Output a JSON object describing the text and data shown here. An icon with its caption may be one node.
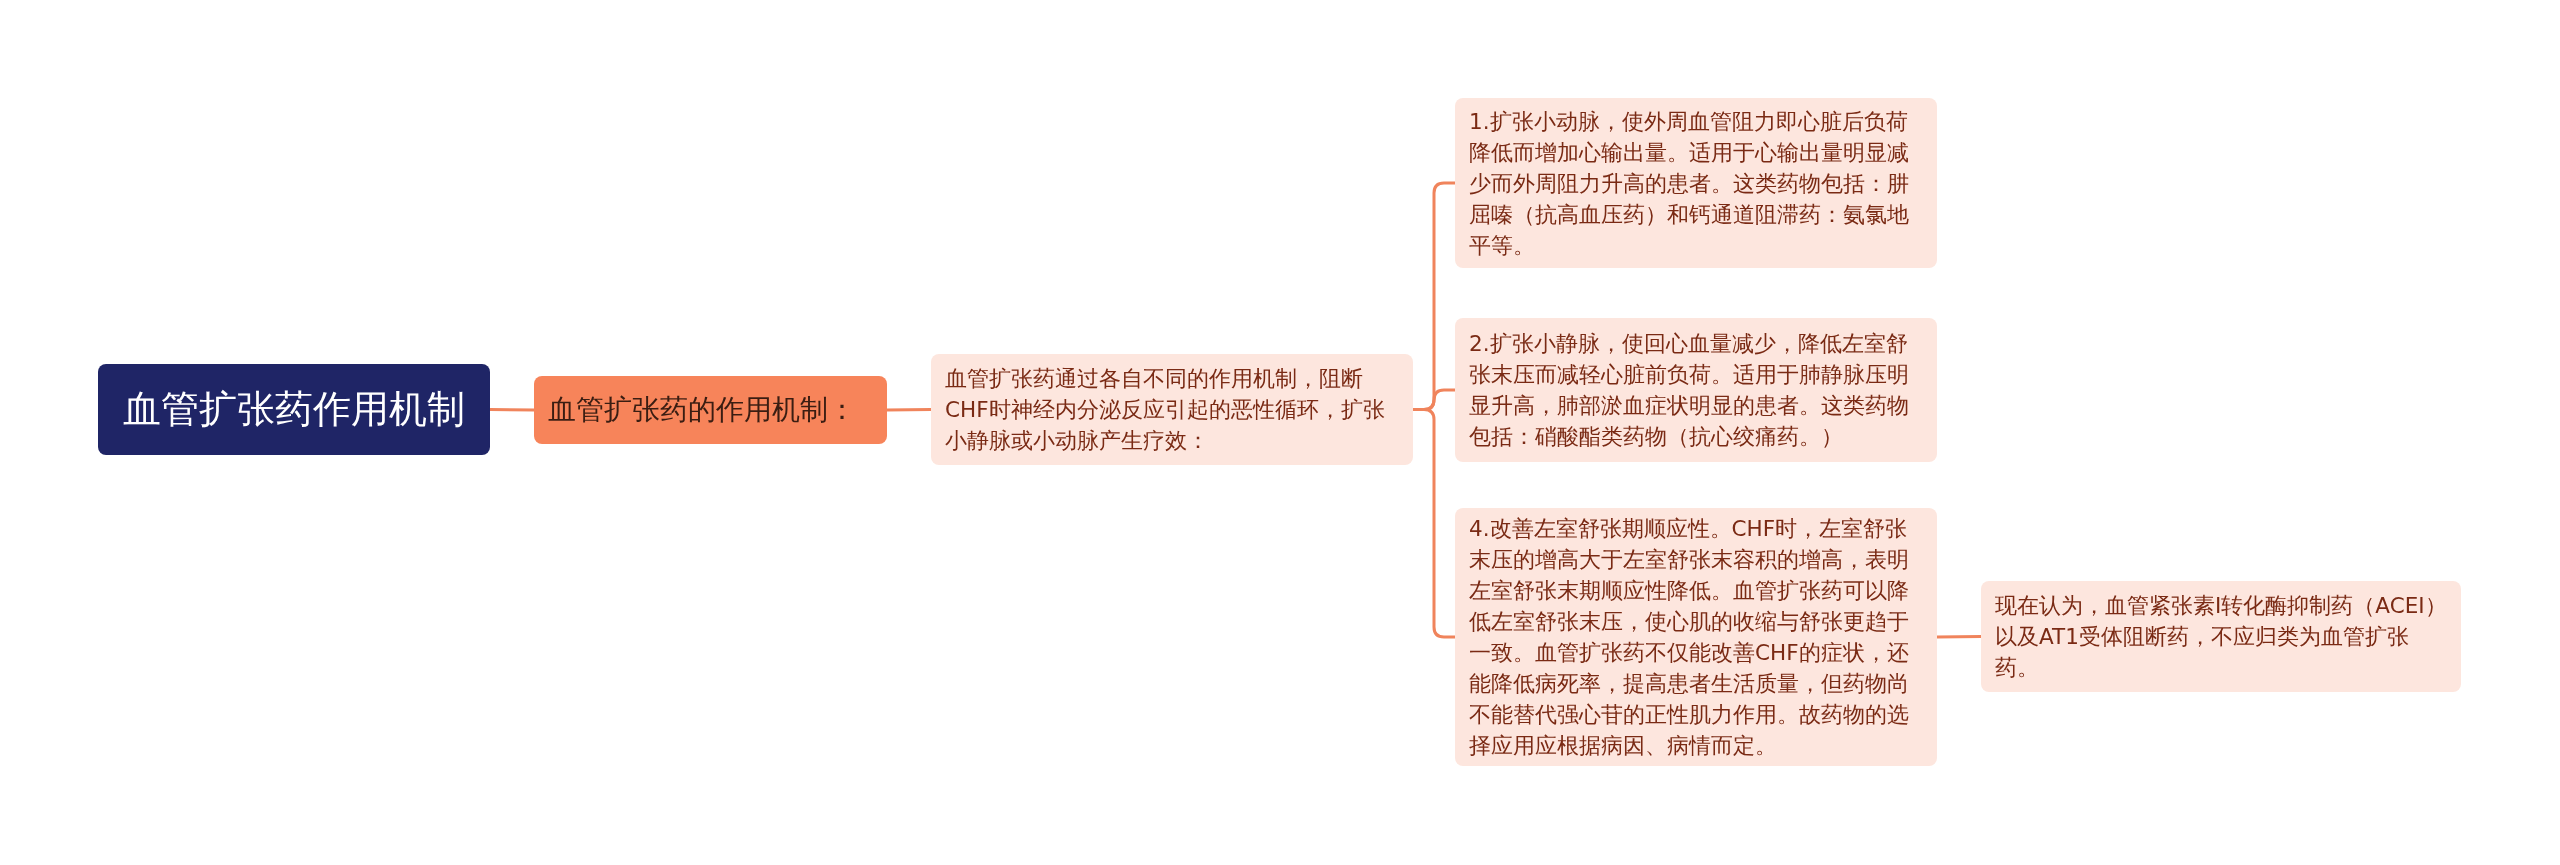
{
  "diagram": {
    "nodes": [
      {
        "text": [
          "血管扩张药作用机制"
        ]
      },
      {
        "text": [
          "血管扩张药的作用机制："
        ]
      },
      {
        "text": [
          "血管扩张药通过各自不同的作用机制，阻断CHF时神经内分泌反应引起的恶性循环，扩张小静脉或小动脉产生疗效："
        ]
      },
      {
        "text": [
          "1.扩张小动脉，使外周血管阻力即心脏后负荷降低而增加心输出量。适用于心输出量明显减少而外周阻力升高的患者。这类药物包括：肼屈嗪（抗高血压药）和钙通道阻滞药：氨氯地平等。"
        ]
      },
      {
        "text": [
          "2.扩张小静脉，使回心血量减少，降低左室舒张末压而减轻心脏前负荷。适用于肺静脉压明显升高，肺部淤血症状明显的患者。这类药物包括：硝酸酯类药物（抗心绞痛药。）"
        ]
      },
      {
        "text": [
          "4.改善左室舒张期顺应性。CHF时，左室舒张末压的增高大于左室舒张末容积的增高，表明左室舒张末期顺应性降低。血管扩张药可以降低左室舒张末压，使心肌的收缩与舒张更趋于一致。血管扩张药不仅能改善CHF的症状，还能降低病死率，提高患者生活质量，但药物尚不能替代强心苷的正性肌力作用。故药物的选择应用应根据病因、病情而定。"
        ]
      },
      {
        "text": [
          "现在认为，血管紧张素Ⅰ转化酶抑制药（ACEI）以及AT1受体阻断药，不应归类为血管扩张药。"
        ]
      }
    ],
    "edges": [
      {
        "from": 0,
        "to": 1,
        "arrow": "none"
      },
      {
        "from": 1,
        "to": 2,
        "arrow": "none"
      },
      {
        "from": 2,
        "to": 3,
        "arrow": "none"
      },
      {
        "from": 2,
        "to": 4,
        "arrow": "none"
      },
      {
        "from": 2,
        "to": 5,
        "arrow": "none"
      },
      {
        "from": 5,
        "to": 6,
        "arrow": "none"
      }
    ]
  }
}
